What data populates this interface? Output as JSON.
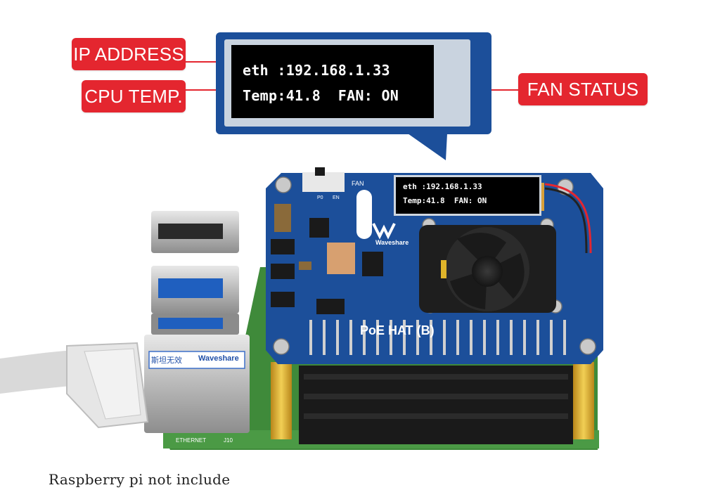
{
  "callouts": {
    "ip_address": "IP ADDRESS",
    "cpu_temp": "CPU TEMP.",
    "fan_status": "FAN STATUS"
  },
  "oled_zoom": {
    "line1": "eth :192.168.1.33",
    "line2": "Temp:41.8  FAN: ON"
  },
  "oled_small": {
    "line1": "eth :192.168.1.33",
    "line2": "Temp:41.8  FAN: ON"
  },
  "board": {
    "fan_label": "FAN",
    "p0_label": "P0",
    "en_label": "EN",
    "brand": "Waveshare",
    "model": "PoE HAT (B)",
    "ethernet_label": "ETHERNET",
    "j10_label": "J10",
    "jack_sticker_cn": "斯坦无效",
    "jack_sticker_brand": "Waveshare"
  },
  "caption": "Raspberry pi not include",
  "colors": {
    "callout_red": "#e4262f",
    "hat_blue": "#1c4f9a",
    "pcb_green": "#3f8a3a",
    "header_gold": "#d7a825"
  }
}
